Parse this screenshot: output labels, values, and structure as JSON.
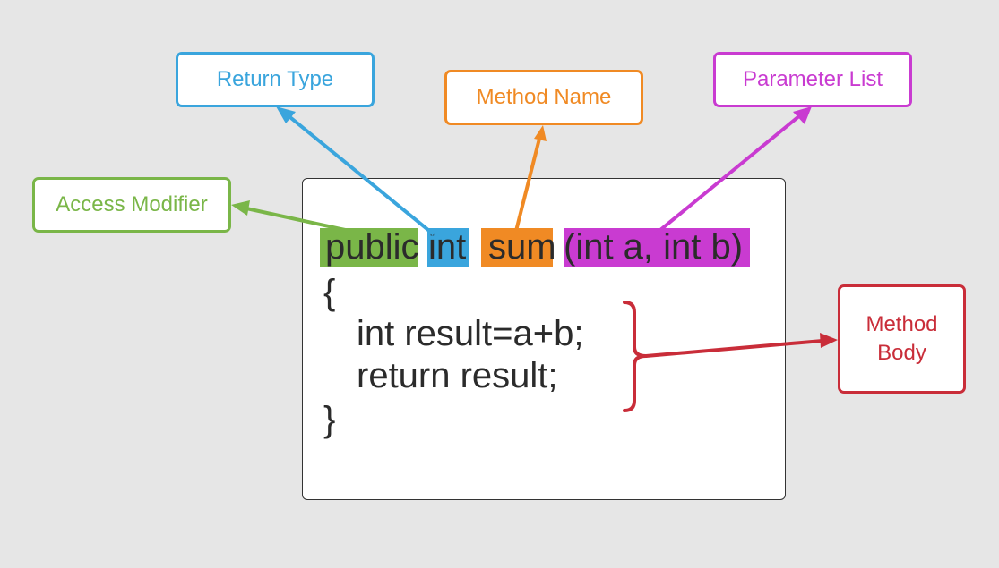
{
  "labels": {
    "return_type": "Return Type",
    "method_name": "Method Name",
    "parameter_list": "Parameter List",
    "access_modifier": "Access Modifier",
    "method_body": "Method Body"
  },
  "code": {
    "access_modifier": "public",
    "return_type": "int",
    "method_name": "sum",
    "parameters": "(int a, int b)",
    "open_brace": "{",
    "body_line_1": "int result=a+b;",
    "body_line_2": "return result;",
    "close_brace": "}"
  },
  "colors": {
    "access_modifier": "#7ab648",
    "return_type": "#3aa5dd",
    "method_name": "#f08a24",
    "parameter_list": "#c93bd1",
    "method_body": "#c92d39",
    "background": "#e6e6e6"
  }
}
